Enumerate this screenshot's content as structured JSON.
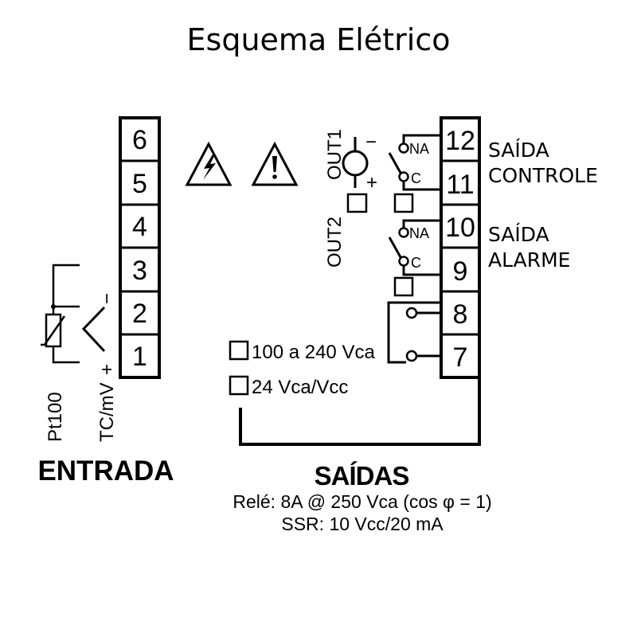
{
  "title": "Esquema Elétrico",
  "colors": {
    "ink": "#000000",
    "background": "#ffffff"
  },
  "warnings": [
    {
      "icon": "high-voltage-icon"
    },
    {
      "icon": "caution-icon"
    }
  ],
  "entrada": {
    "label": "ENTRADA",
    "terminals": [
      "6",
      "5",
      "4",
      "3",
      "2",
      "1"
    ],
    "pt100_label": "Pt100",
    "tc_label": "TC/mV",
    "tc_minus": "−",
    "tc_plus": "+"
  },
  "saidas": {
    "label": "SAÍDAS",
    "terminals": [
      "12",
      "11",
      "10",
      "9",
      "8",
      "7"
    ],
    "out1": {
      "label": "OUT1",
      "minus": "−",
      "plus": "+",
      "na": "NA",
      "c": "C"
    },
    "out2": {
      "label": "OUT2",
      "na": "NA",
      "c": "C"
    },
    "controle": [
      "SAÍDA",
      "CONTROLE"
    ],
    "alarme": [
      "SAÍDA",
      "ALARME"
    ],
    "supply_options": [
      "100 a 240 Vca",
      "24 Vca/Vcc"
    ],
    "rele_spec": "Relé: 8A @ 250 Vca (cos φ = 1)",
    "ssr_spec": "SSR: 10 Vcc/20 mA"
  }
}
